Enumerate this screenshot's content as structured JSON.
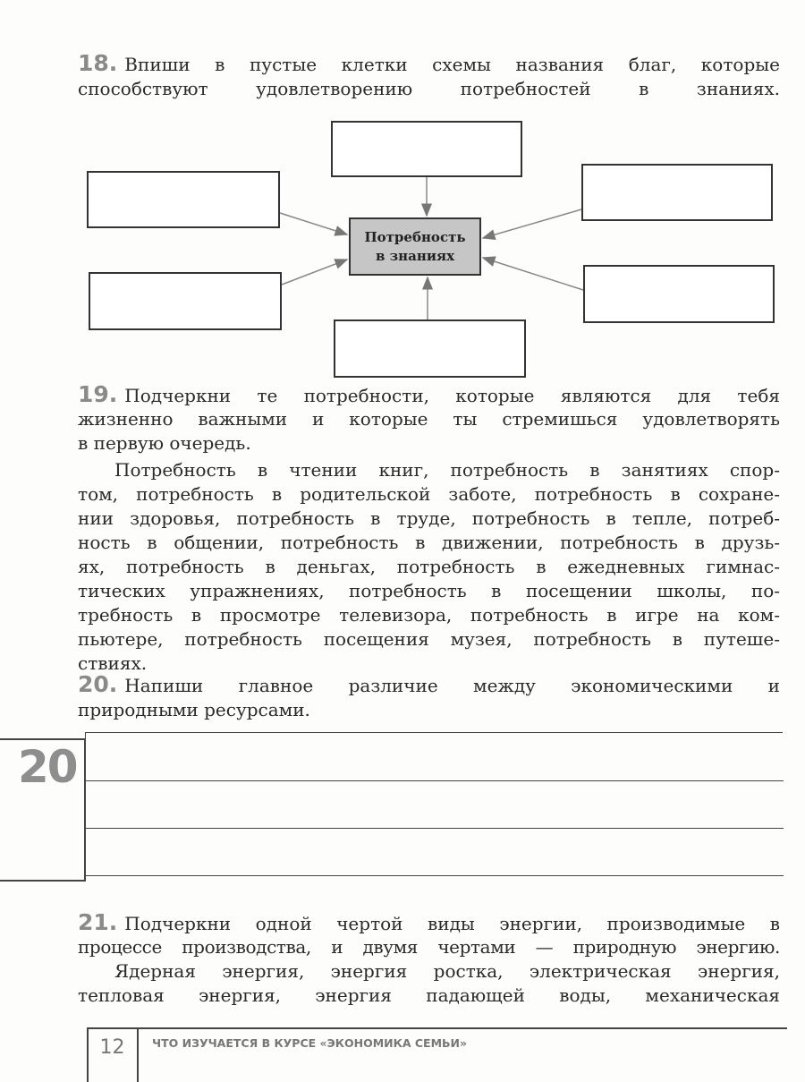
{
  "task18": {
    "number": "18.",
    "lines": [
      "Впиши в пустые клетки схемы названия благ, которые",
      "способствуют удовлетворению потребностей в знаниях."
    ],
    "diagram_center": [
      "Потребность",
      "в знаниях"
    ]
  },
  "task19": {
    "number": "19.",
    "lines": [
      "Подчеркни те потребности, которые являются для тебя",
      "жизненно важными и которые ты стремишься удовлетворять",
      "в первую очередь."
    ],
    "paragraph": [
      "Потребность в чтении книг, потребность в занятиях спор-",
      "том, потребность в родительской заботе, потребность в сохране-",
      "нии здоровья, потребность в труде, потребность в тепле, потреб-",
      "ность в общении, потребность в движении, потребность в друзь-",
      "ях, потребность в деньгах, потребность в ежедневных гимнас-",
      "тических упражнениях, потребность в посещении школы, по-",
      "требность в просмотре телевизора, потребность в игре на ком-",
      "пьютере, потребность посещения музея, потребность в путеше-",
      "ствиях."
    ]
  },
  "task20": {
    "number": "20.",
    "lines": [
      "Напиши главное различие между экономическими и",
      "природными ресурсами."
    ],
    "margin_number": "20"
  },
  "task21": {
    "number": "21.",
    "lines": [
      "Подчеркни одной чертой виды энергии, производимые в",
      "процессе производства, и двумя чертами — природную энергию."
    ],
    "paragraph": [
      "Ядерная энергия, энергия ростка, электрическая энергия,",
      "тепловая энергия, энергия падающей воды, механическая"
    ]
  },
  "footer": {
    "page_number": "12",
    "title": "ЧТО ИЗУЧАЕТСЯ В КУРСЕ «ЭКОНОМИКА СЕМЬИ»"
  }
}
